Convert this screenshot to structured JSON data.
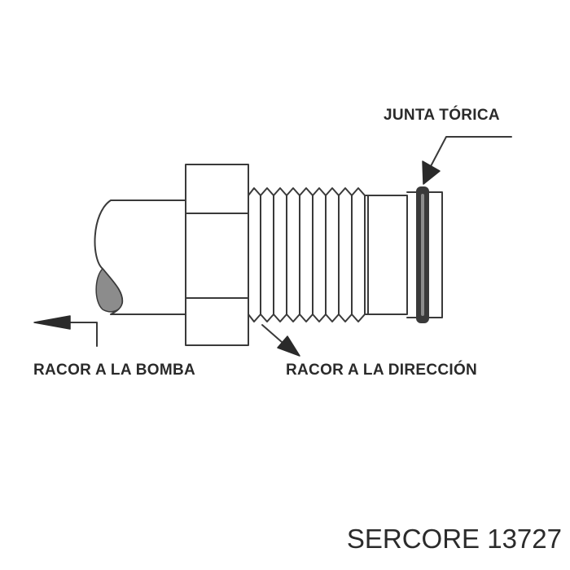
{
  "labels": {
    "o_ring": "JUNTA TÓRICA",
    "pump_fitting": "RACOR A LA BOMBA",
    "steering_fitting": "RACOR A LA DIRECCIÓN"
  },
  "brand": {
    "text": "SERCORE 13727"
  },
  "colors": {
    "line": "#3a3a3a",
    "shade": "#8c8c8c",
    "text": "#2a2a2a"
  }
}
